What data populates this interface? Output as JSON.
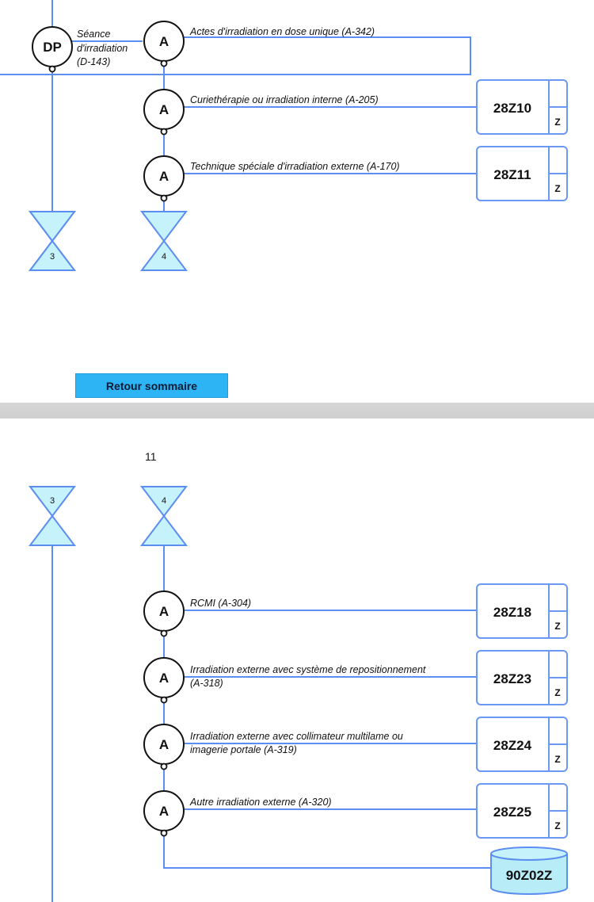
{
  "top_section": {
    "node_dp": {
      "symbol": "DP",
      "label_lines": [
        "Séance",
        "d'irradiation",
        "(D-143)"
      ]
    },
    "actes": [
      {
        "symbol": "A",
        "label": "Actes d'irradiation en dose unique (A-342)"
      },
      {
        "symbol": "A",
        "label": "Curiethérapie ou irradiation interne (A-205)",
        "ghm": "28Z10",
        "severity": "Z"
      },
      {
        "symbol": "A",
        "label": "Technique spéciale d'irradiation externe (A-170)",
        "ghm": "28Z11",
        "severity": "Z"
      }
    ],
    "connectors_out": [
      "3",
      "4"
    ]
  },
  "return_button": "Retour sommaire",
  "page_number": "11",
  "bottom_section": {
    "connectors_in": [
      "3",
      "4"
    ],
    "actes": [
      {
        "symbol": "A",
        "label_lines": [
          "RCMI (A-304)"
        ],
        "ghm": "28Z18",
        "severity": "Z"
      },
      {
        "symbol": "A",
        "label_lines": [
          "Irradiation externe avec système de repositionnement",
          "(A-318)"
        ],
        "ghm": "28Z23",
        "severity": "Z"
      },
      {
        "symbol": "A",
        "label_lines": [
          "Irradiation externe avec collimateur multilame ou",
          "imagerie portale (A-319)"
        ],
        "ghm": "28Z24",
        "severity": "Z"
      },
      {
        "symbol": "A",
        "label_lines": [
          "Autre irradiation externe (A-320)"
        ],
        "ghm": "28Z25",
        "severity": "Z"
      }
    ],
    "final_ghm": "90Z02Z"
  },
  "colors": {
    "line": "#5b8ef0",
    "node_fill": "#ffffff",
    "connector_fill": "#c6f2fb",
    "cylinder_fill": "#b8ecf7",
    "button": "#2cb4f5"
  }
}
